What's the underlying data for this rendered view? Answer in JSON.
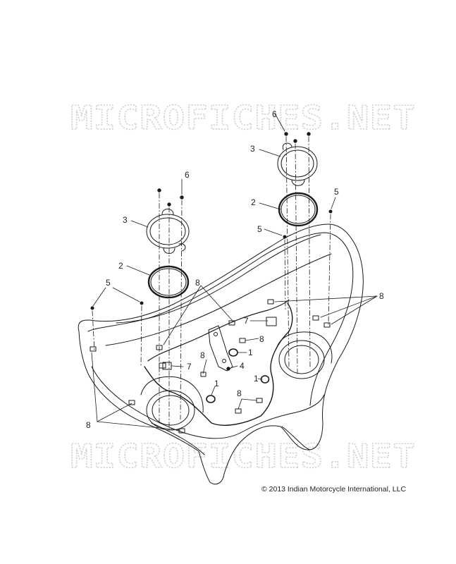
{
  "watermark": {
    "top": "MICROFICHES.NET",
    "bottom": "MICROFICHES.NET"
  },
  "copyright": "© 2013 Indian Motorcycle International, LLC",
  "callouts": {
    "c1a": "1",
    "c1b": "1",
    "c1c": "1",
    "c2a": "2",
    "c2b": "2",
    "c3a": "3",
    "c3b": "3",
    "c4": "4",
    "c5a": "5",
    "c5b": "5",
    "c5c": "5",
    "c6a": "6",
    "c6b": "6",
    "c7a": "7",
    "c7b": "7",
    "c8a": "8",
    "c8b": "8",
    "c8c": "8",
    "c8d": "8",
    "c8e": "8",
    "c8f": "8"
  }
}
